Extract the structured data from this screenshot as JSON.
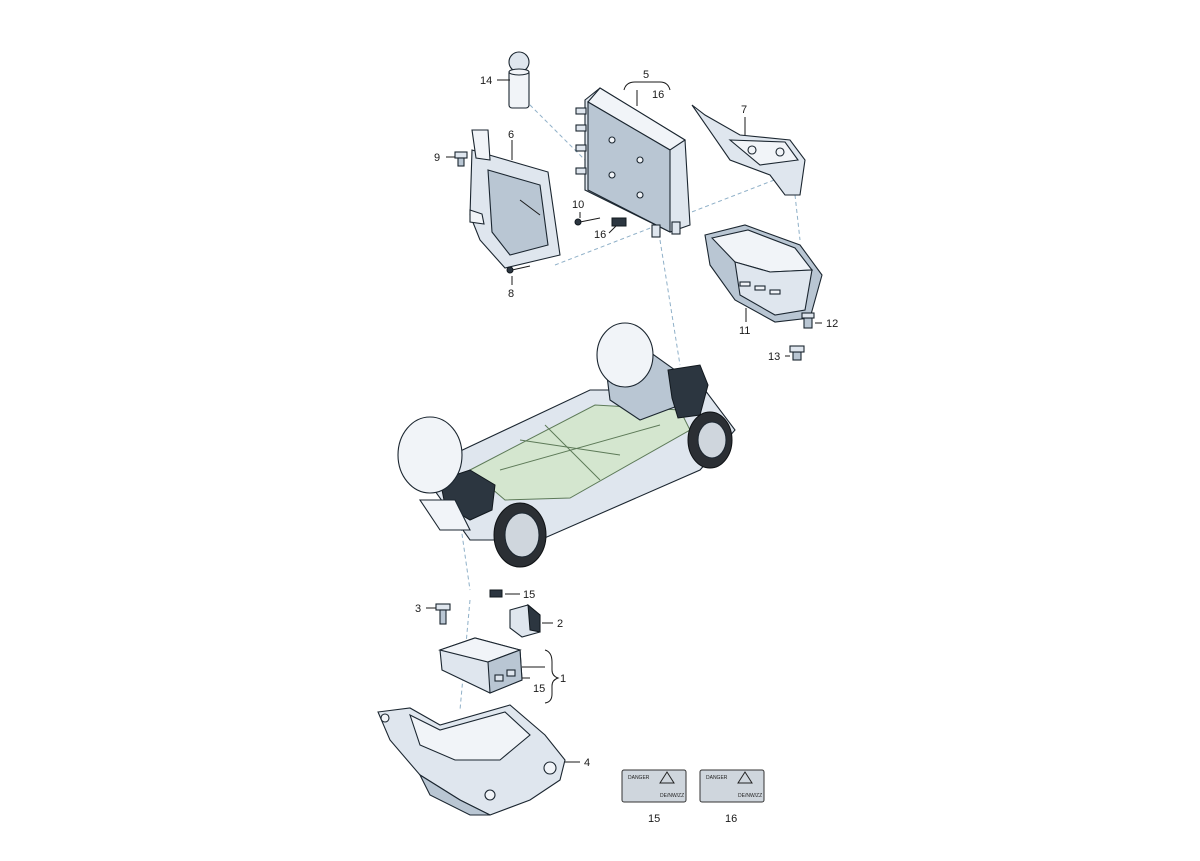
{
  "callouts": {
    "c1": "1",
    "c2": "2",
    "c3": "3",
    "c4": "4",
    "c5": "5",
    "c6": "6",
    "c7": "7",
    "c8": "8",
    "c9": "9",
    "c10": "10",
    "c11": "11",
    "c12": "12",
    "c13": "13",
    "c14": "14",
    "c15a": "15",
    "c15b": "15",
    "c15c": "15",
    "c16a": "16",
    "c16b": "16",
    "c16c": "16"
  },
  "labels": {
    "warning_word": "DANGER",
    "code": "DE/NW/ZZ"
  },
  "colors": {
    "part_fill": "#dfe6ee",
    "outline": "#1b2630",
    "battery": "#d4e6cf",
    "leader_dash": "#8fb0c8"
  }
}
